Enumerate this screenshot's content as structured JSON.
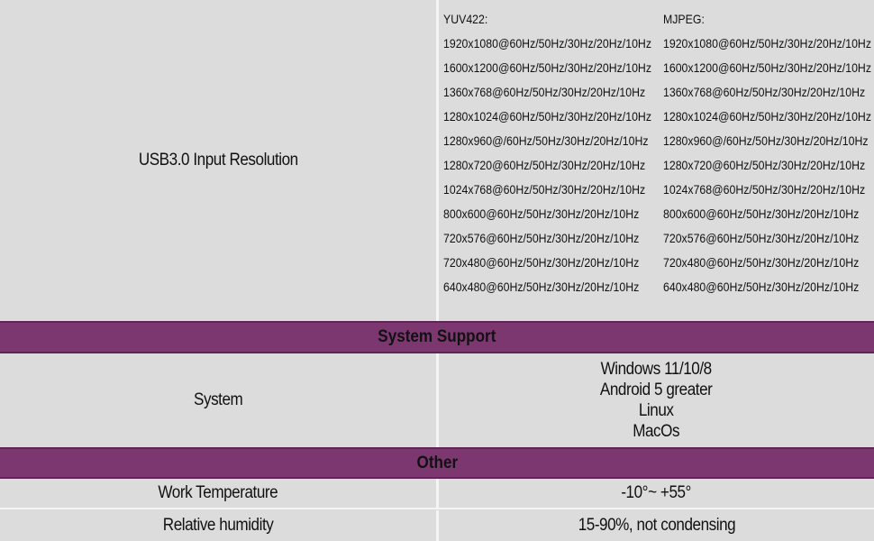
{
  "resolution": {
    "label": "USB3.0 Input Resolution",
    "yuv": {
      "title": "YUV422:",
      "lines": [
        "1920x1080@60Hz/50Hz/30Hz/20Hz/10Hz",
        "1600x1200@60Hz/50Hz/30Hz/20Hz/10Hz",
        "1360x768@60Hz/50Hz/30Hz/20Hz/10Hz",
        "1280x1024@60Hz/50Hz/30Hz/20Hz/10Hz",
        "1280x960@/60Hz/50Hz/30Hz/20Hz/10Hz",
        "1280x720@60Hz/50Hz/30Hz/20Hz/10Hz",
        "1024x768@60Hz/50Hz/30Hz/20Hz/10Hz",
        "800x600@60Hz/50Hz/30Hz/20Hz/10Hz",
        "720x576@60Hz/50Hz/30Hz/20Hz/10Hz",
        "720x480@60Hz/50Hz/30Hz/20Hz/10Hz",
        "640x480@60Hz/50Hz/30Hz/20Hz/10Hz"
      ]
    },
    "mjpeg": {
      "title": "MJPEG:",
      "lines": [
        "1920x1080@60Hz/50Hz/30Hz/20Hz/10Hz",
        "1600x1200@60Hz/50Hz/30Hz/20Hz/10Hz",
        "1360x768@60Hz/50Hz/30Hz/20Hz/10Hz",
        "1280x1024@60Hz/50Hz/30Hz/20Hz/10Hz",
        "1280x960@/60Hz/50Hz/30Hz/20Hz/10Hz",
        "1280x720@60Hz/50Hz/30Hz/20Hz/10Hz",
        "1024x768@60Hz/50Hz/30Hz/20Hz/10Hz",
        "800x600@60Hz/50Hz/30Hz/20Hz/10Hz",
        "720x576@60Hz/50Hz/30Hz/20Hz/10Hz",
        "720x480@60Hz/50Hz/30Hz/20Hz/10Hz",
        "640x480@60Hz/50Hz/30Hz/20Hz/10Hz"
      ]
    }
  },
  "system_support": {
    "heading": "System Support",
    "label": "System",
    "values": [
      "Windows 11/10/8",
      "Android 5 greater",
      "Linux",
      "MacOs"
    ]
  },
  "other": {
    "heading": "Other",
    "temperature": {
      "label": "Work Temperature",
      "value": "-10°~ +55°"
    },
    "humidity": {
      "label": "Relative humidity",
      "value": "15-90%, not condensing"
    }
  },
  "colors": {
    "band": "#7d3770",
    "cell": "#dcdcdc",
    "divider": "#f4f4f4"
  }
}
